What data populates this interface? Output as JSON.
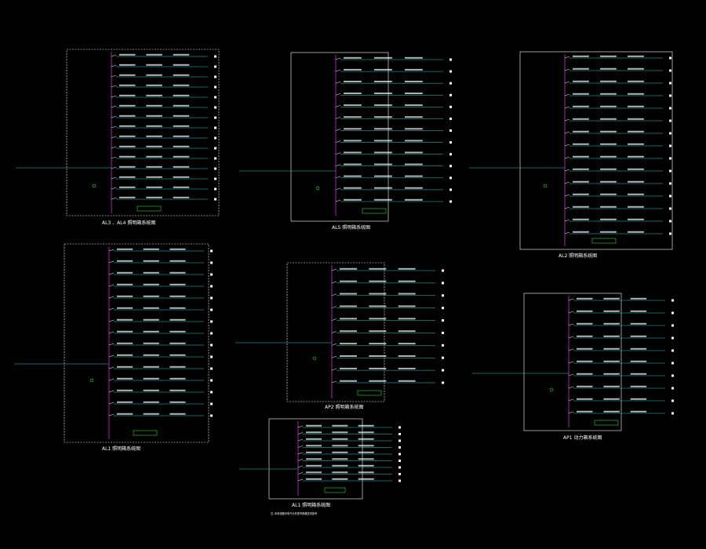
{
  "colors": {
    "background": "#000000",
    "frame": "#ffffff",
    "busbar": "#cc33cc",
    "feeder": "#33cccc",
    "breaker": "#ffffff",
    "ground": "#33ff33",
    "text": "#ffffff",
    "label_green": "#33ff33"
  },
  "panels": [
    {
      "key": "al3",
      "title": "AL3 、AL4  照明箱系统图",
      "rows": 15,
      "pe": true
    },
    {
      "key": "al5",
      "title": "AL5  照明箱系统图",
      "rows": 13,
      "pe": true
    },
    {
      "key": "al2",
      "title": "AL2  照明箱系统图",
      "rows": 15,
      "pe": false
    },
    {
      "key": "al1",
      "title": "AL1  照明箱系统图",
      "rows": 15,
      "pe": true
    },
    {
      "key": "ap2",
      "title": "AP2  照明箱系统图",
      "rows": 10,
      "pe": true
    },
    {
      "key": "ap1",
      "title": "AP1  动力箱系统图",
      "rows": 10,
      "pe": true
    },
    {
      "key": "aal",
      "title": "AL1  照明箱系统图",
      "rows": 9,
      "pe": true
    }
  ],
  "footnote": "注:本系统图中电气元件型号规格仅供参考"
}
